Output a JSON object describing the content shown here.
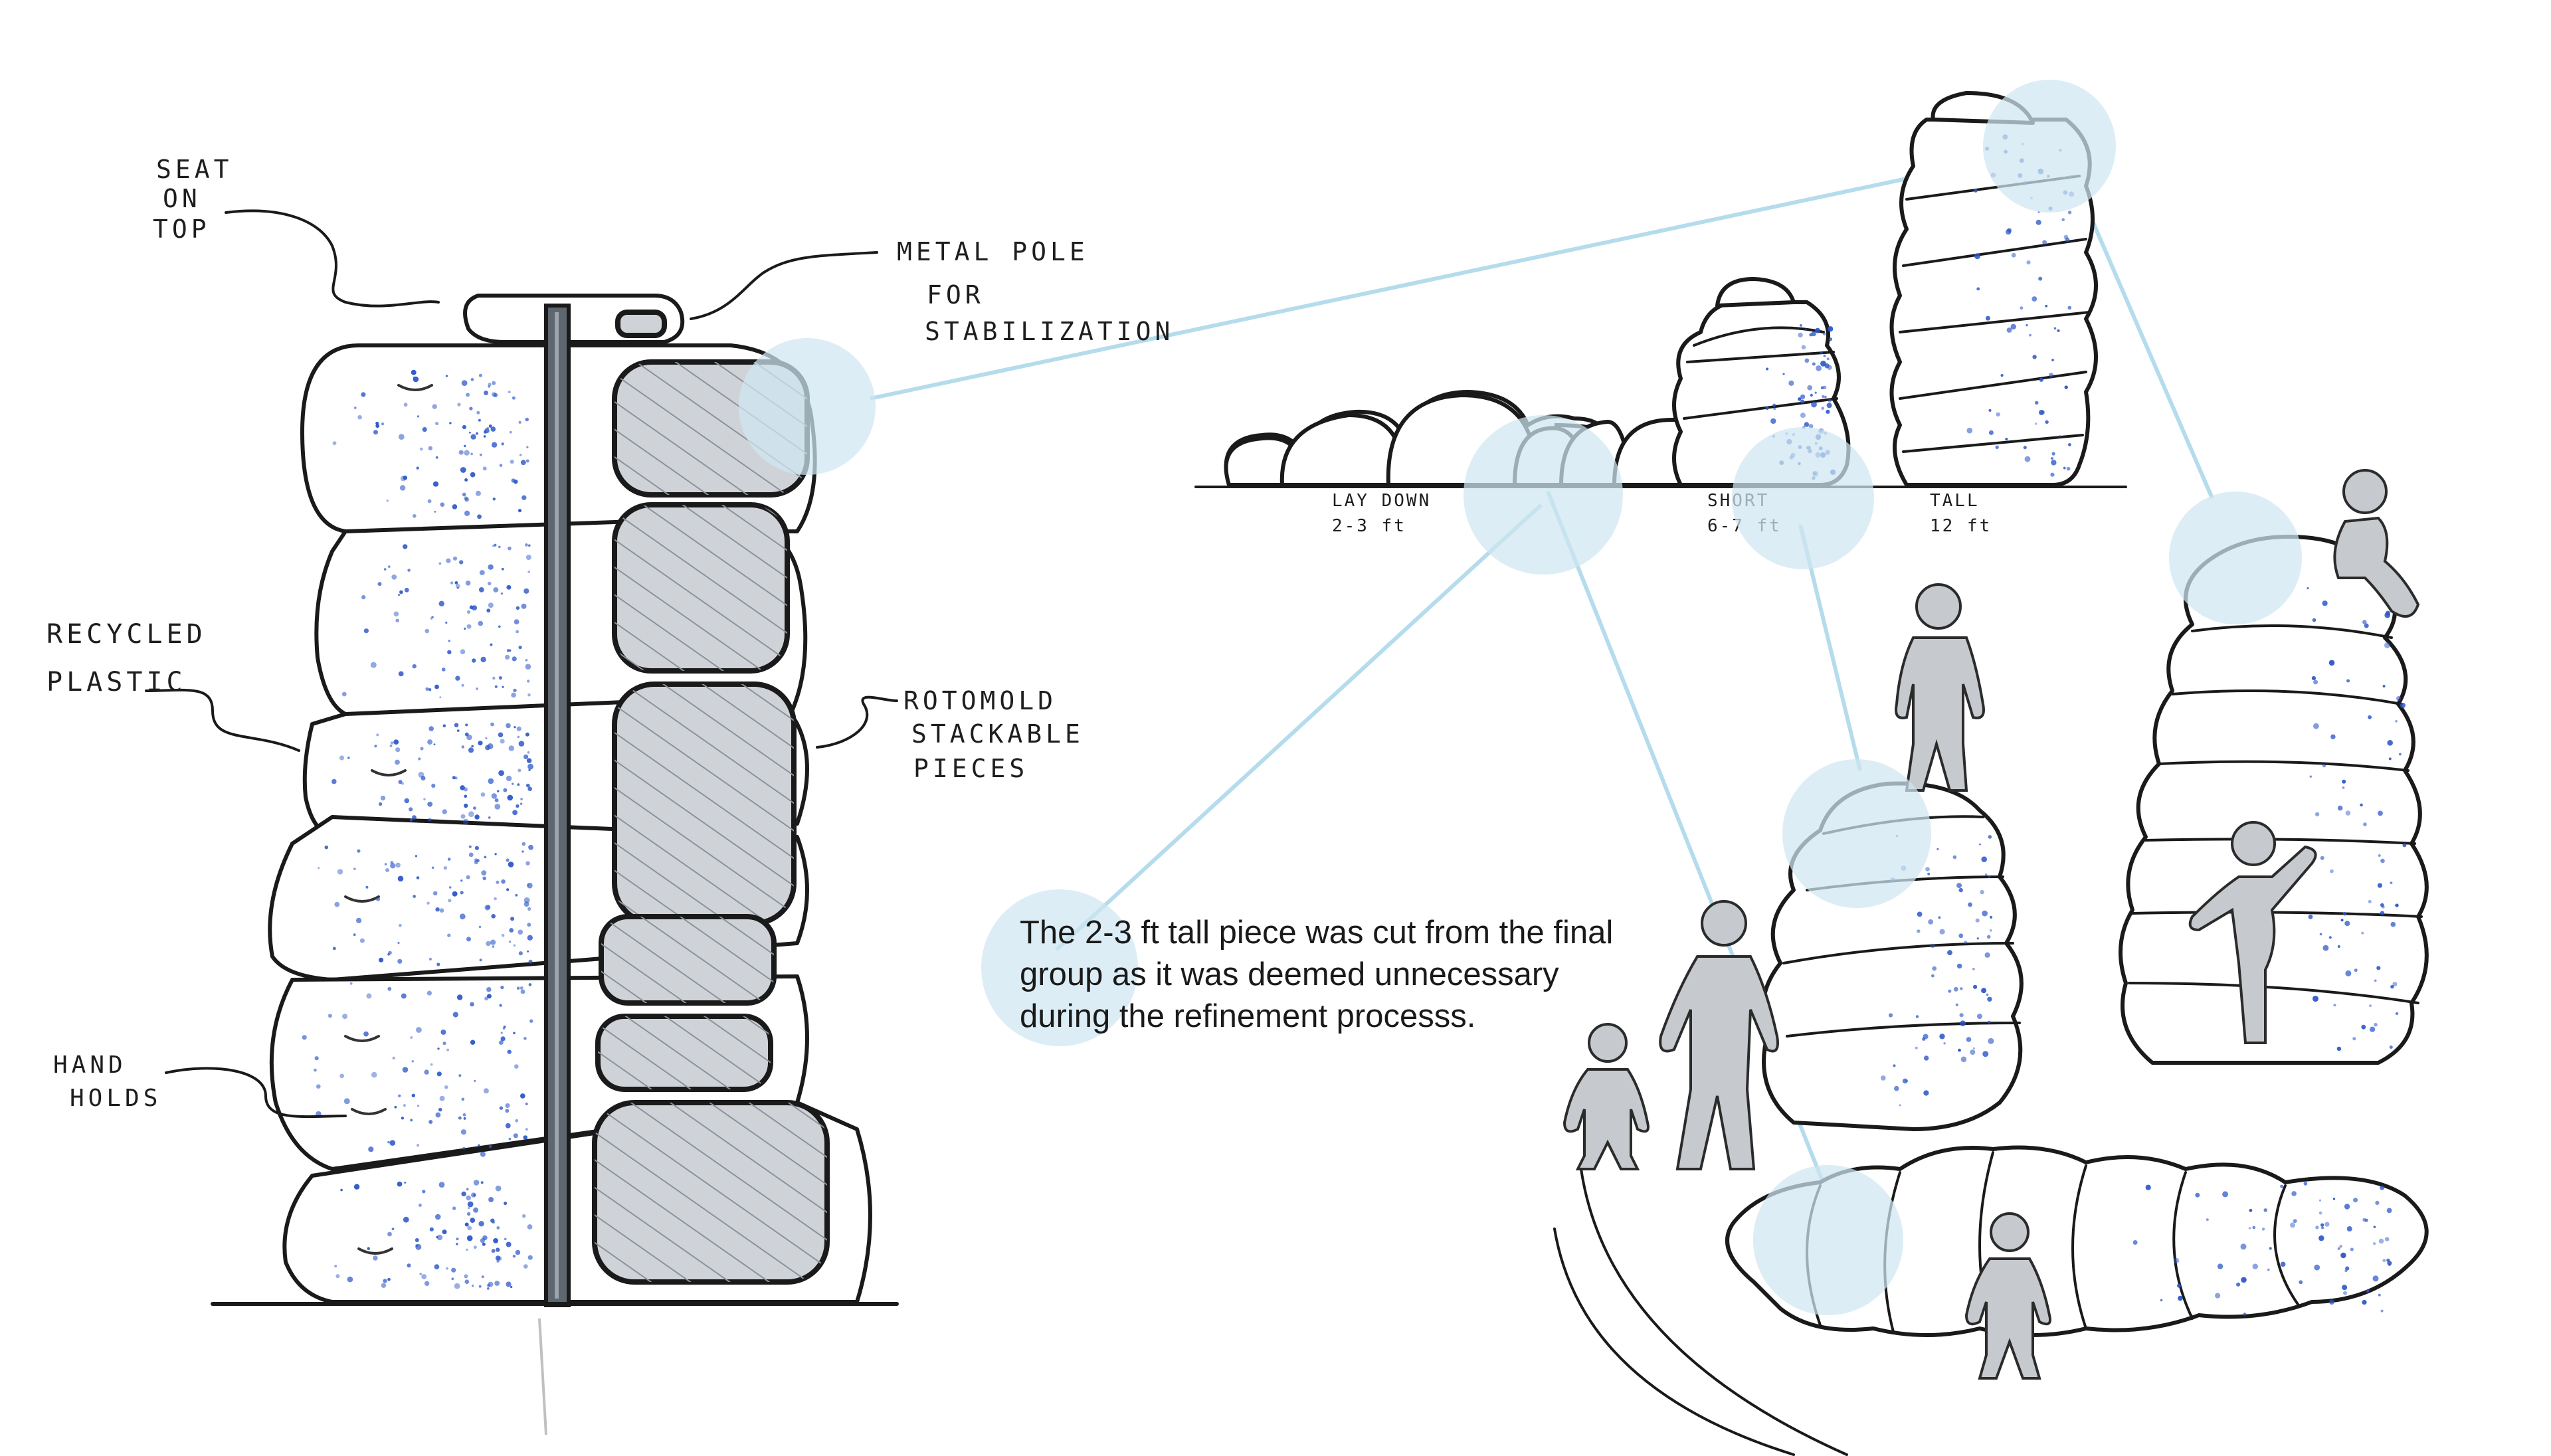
{
  "colors": {
    "ink": "#1a1a1a",
    "accent_bubble": "#cfe6f1",
    "connector": "#b4dcec",
    "stipple": "#2a55c8",
    "cell_fill": "#cfd3d8",
    "person_fill": "#c6c9cd"
  },
  "labels": {
    "seat": [
      "SEAT",
      "ON",
      "TOP"
    ],
    "metal_pole": [
      "METAL POLE",
      "FOR",
      "STABILIZATION"
    ],
    "recycled": [
      "RECYCLED",
      "PLASTIC"
    ],
    "rotomold": [
      "ROTOMOLD",
      "STACKABLE",
      "PIECES"
    ],
    "hand_holds": [
      "HAND",
      "HOLDS"
    ]
  },
  "sizes": [
    {
      "name": "LAY DOWN",
      "height": "2-3 ft"
    },
    {
      "name": "SHORT",
      "height": "6-7 ft"
    },
    {
      "name": "TALL",
      "height": "12 ft"
    }
  ],
  "note": {
    "lines": [
      "The 2-3 ft tall piece was cut from the final",
      "group as it was deemed unnecessary",
      "during the refinement processs."
    ]
  }
}
